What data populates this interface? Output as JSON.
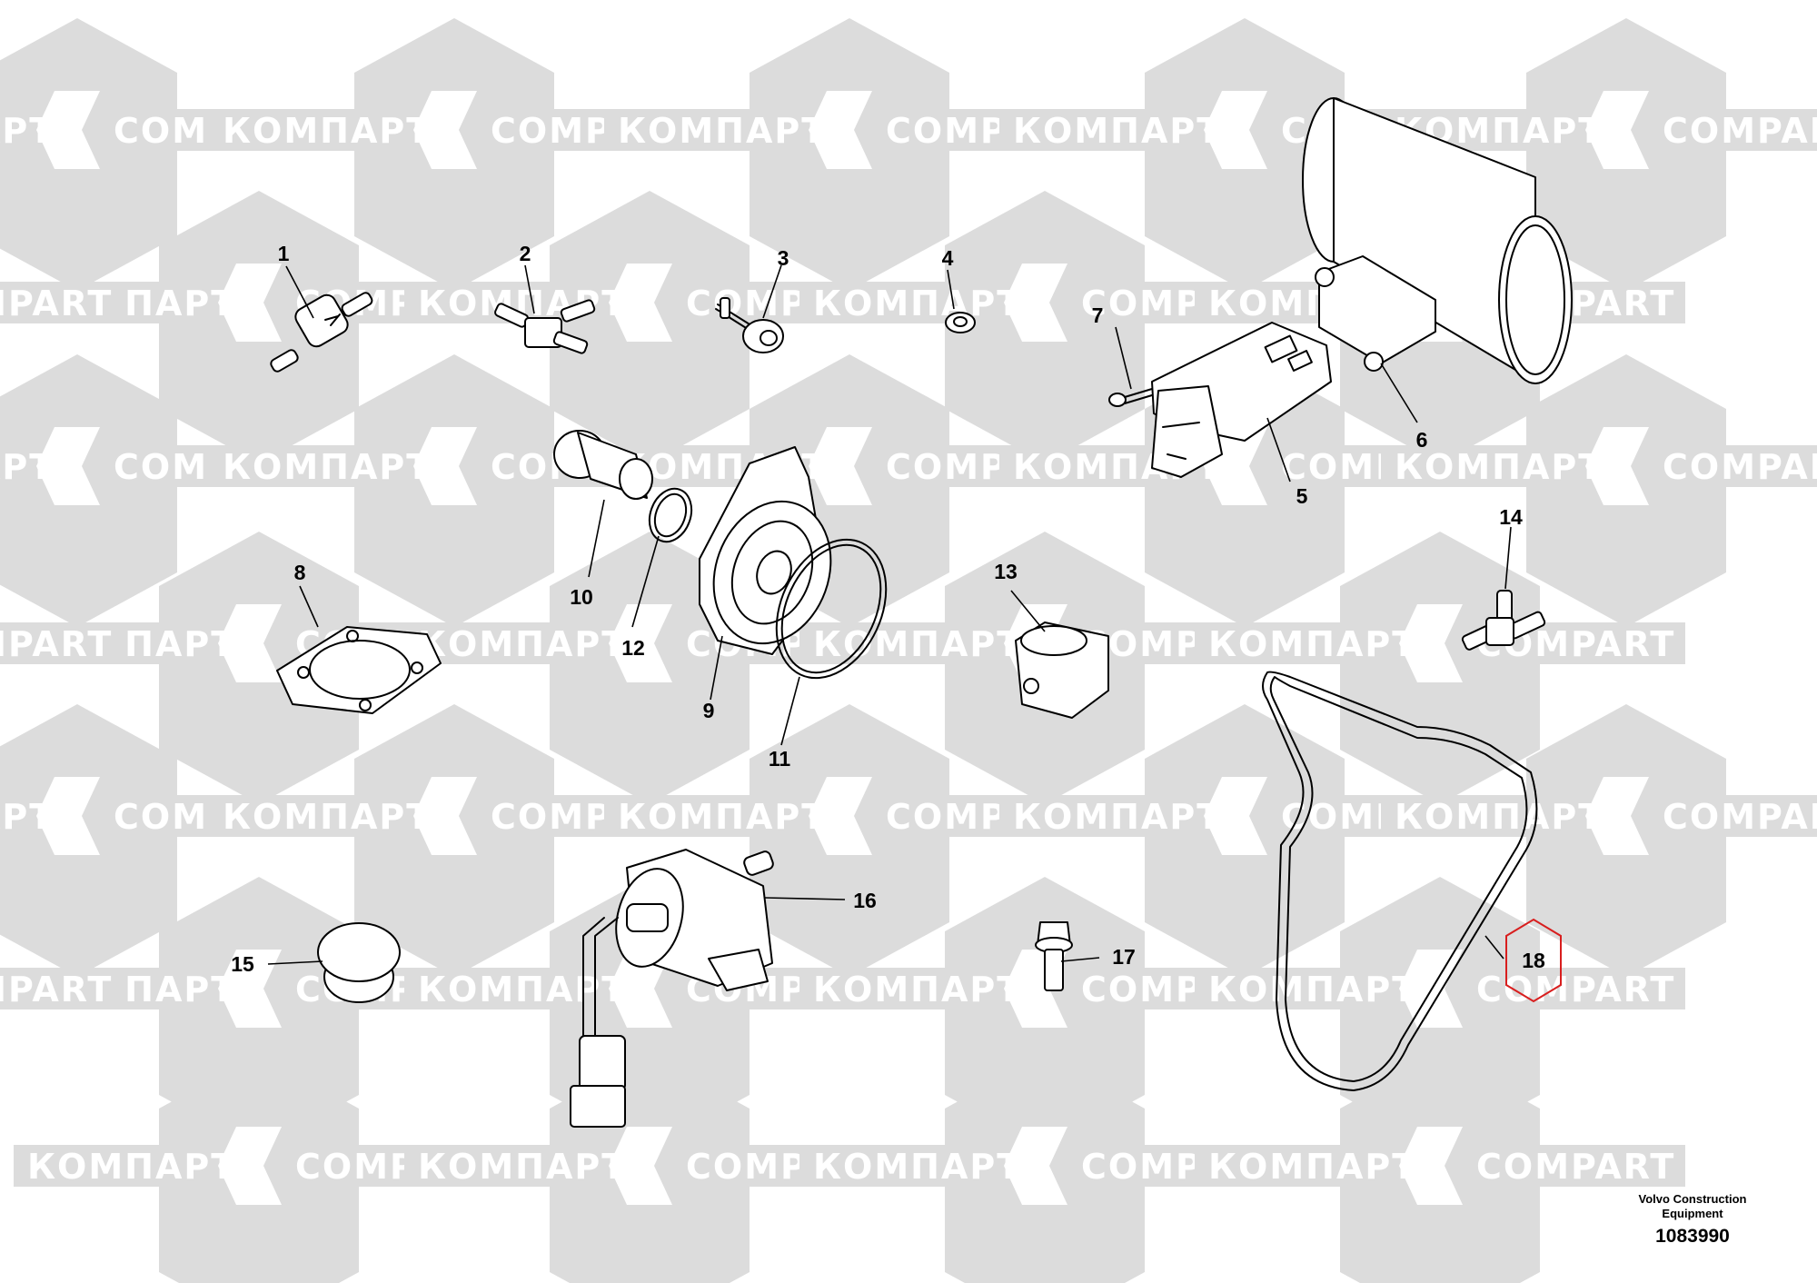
{
  "watermark": {
    "text_cyrillic": "КОМПАРТ",
    "text_latin": "COMPART",
    "color": "#dcdcdc"
  },
  "callouts": [
    "1",
    "2",
    "3",
    "4",
    "5",
    "6",
    "7",
    "8",
    "9",
    "10",
    "11",
    "12",
    "13",
    "14",
    "15",
    "16",
    "17",
    "18"
  ],
  "highlighted_callout": "18",
  "highlight_color": "#d81e1e",
  "title_block": {
    "company_line1": "Volvo Construction",
    "company_line2": "Equipment",
    "drawing_number": "1083990"
  }
}
